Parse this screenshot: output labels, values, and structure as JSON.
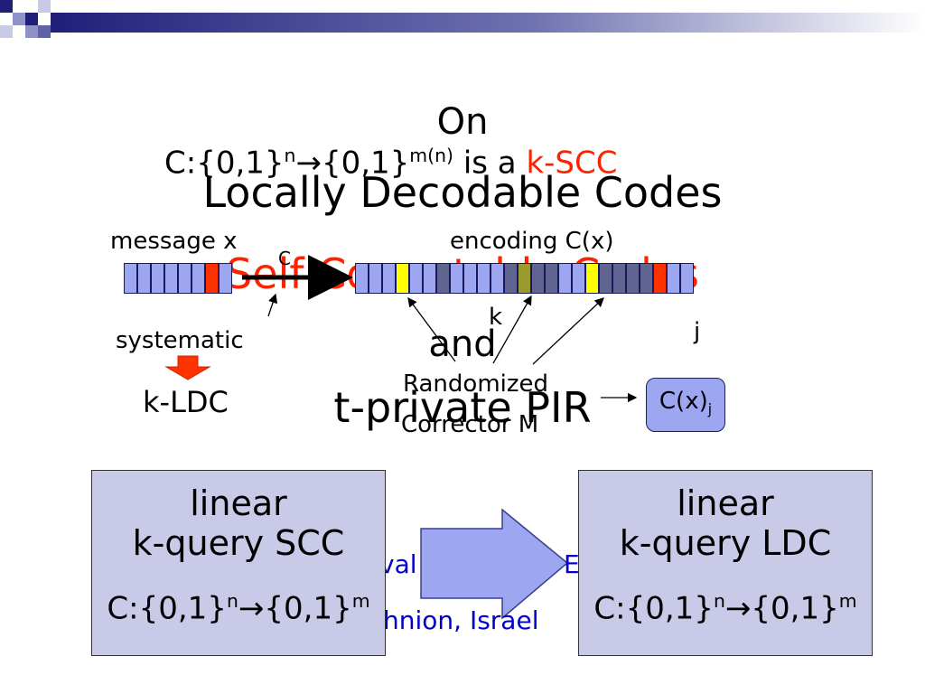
{
  "slide": {
    "title_line1": "On",
    "title_line2": "Locally Decodable Codes",
    "title_line3": "Self Correctable Codes",
    "title_line4": "and",
    "title_line5": "t-private PIR",
    "mapping_prefix": "C:{0,1}",
    "mapping_n": "n",
    "mapping_arrow": "→{0,1}",
    "mapping_m": "m(n)",
    "mapping_is_a": "is a",
    "mapping_type": "k-SCC",
    "author_fragment_left": "val",
    "author_fragment_right": "E",
    "affiliation_fragment": "hnion, Israel"
  },
  "diagram": {
    "message_label": "message x",
    "encoding_label": "encoding C(x)",
    "c_label": "C",
    "systematic_label": "systematic",
    "kldc_label": "k-LDC",
    "k_label": "k",
    "j_label": "j",
    "corrector_line1": "Randomized",
    "corrector_line2": "Corrector M",
    "output_base": "C(x)",
    "output_sub": "j",
    "message_cells": [
      "blue",
      "blue",
      "blue",
      "blue",
      "blue",
      "blue",
      "red",
      "blue"
    ],
    "encoding_cells": [
      "blue",
      "blue",
      "blue",
      "yel",
      "blue",
      "blue",
      "dark",
      "blue",
      "blue",
      "blue",
      "blue",
      "dark",
      "olive",
      "dark",
      "dark",
      "blue",
      "blue",
      "yel",
      "dark",
      "dark",
      "dark",
      "dark",
      "red",
      "blue",
      "blue"
    ]
  },
  "left_box": {
    "line1": "linear",
    "line2": "k-query SCC",
    "map_prefix": "C:{0,1}",
    "map_n": "n",
    "map_arrow": "→",
    "map_target": "{0,1}",
    "map_m": "m"
  },
  "right_box": {
    "line1": "linear",
    "line2": "k-query LDC",
    "map_prefix": "C:{0,1}",
    "map_n": "n",
    "map_arrow": "→",
    "map_target": "{0,1}",
    "map_m": "m"
  },
  "colors": {
    "bar_dark": "#1f1f7a",
    "highlight_red": "#ff2200",
    "author_blue": "#0000cc",
    "box_fill": "#c9c9e8",
    "arrow_fill": "#9da6f0"
  }
}
